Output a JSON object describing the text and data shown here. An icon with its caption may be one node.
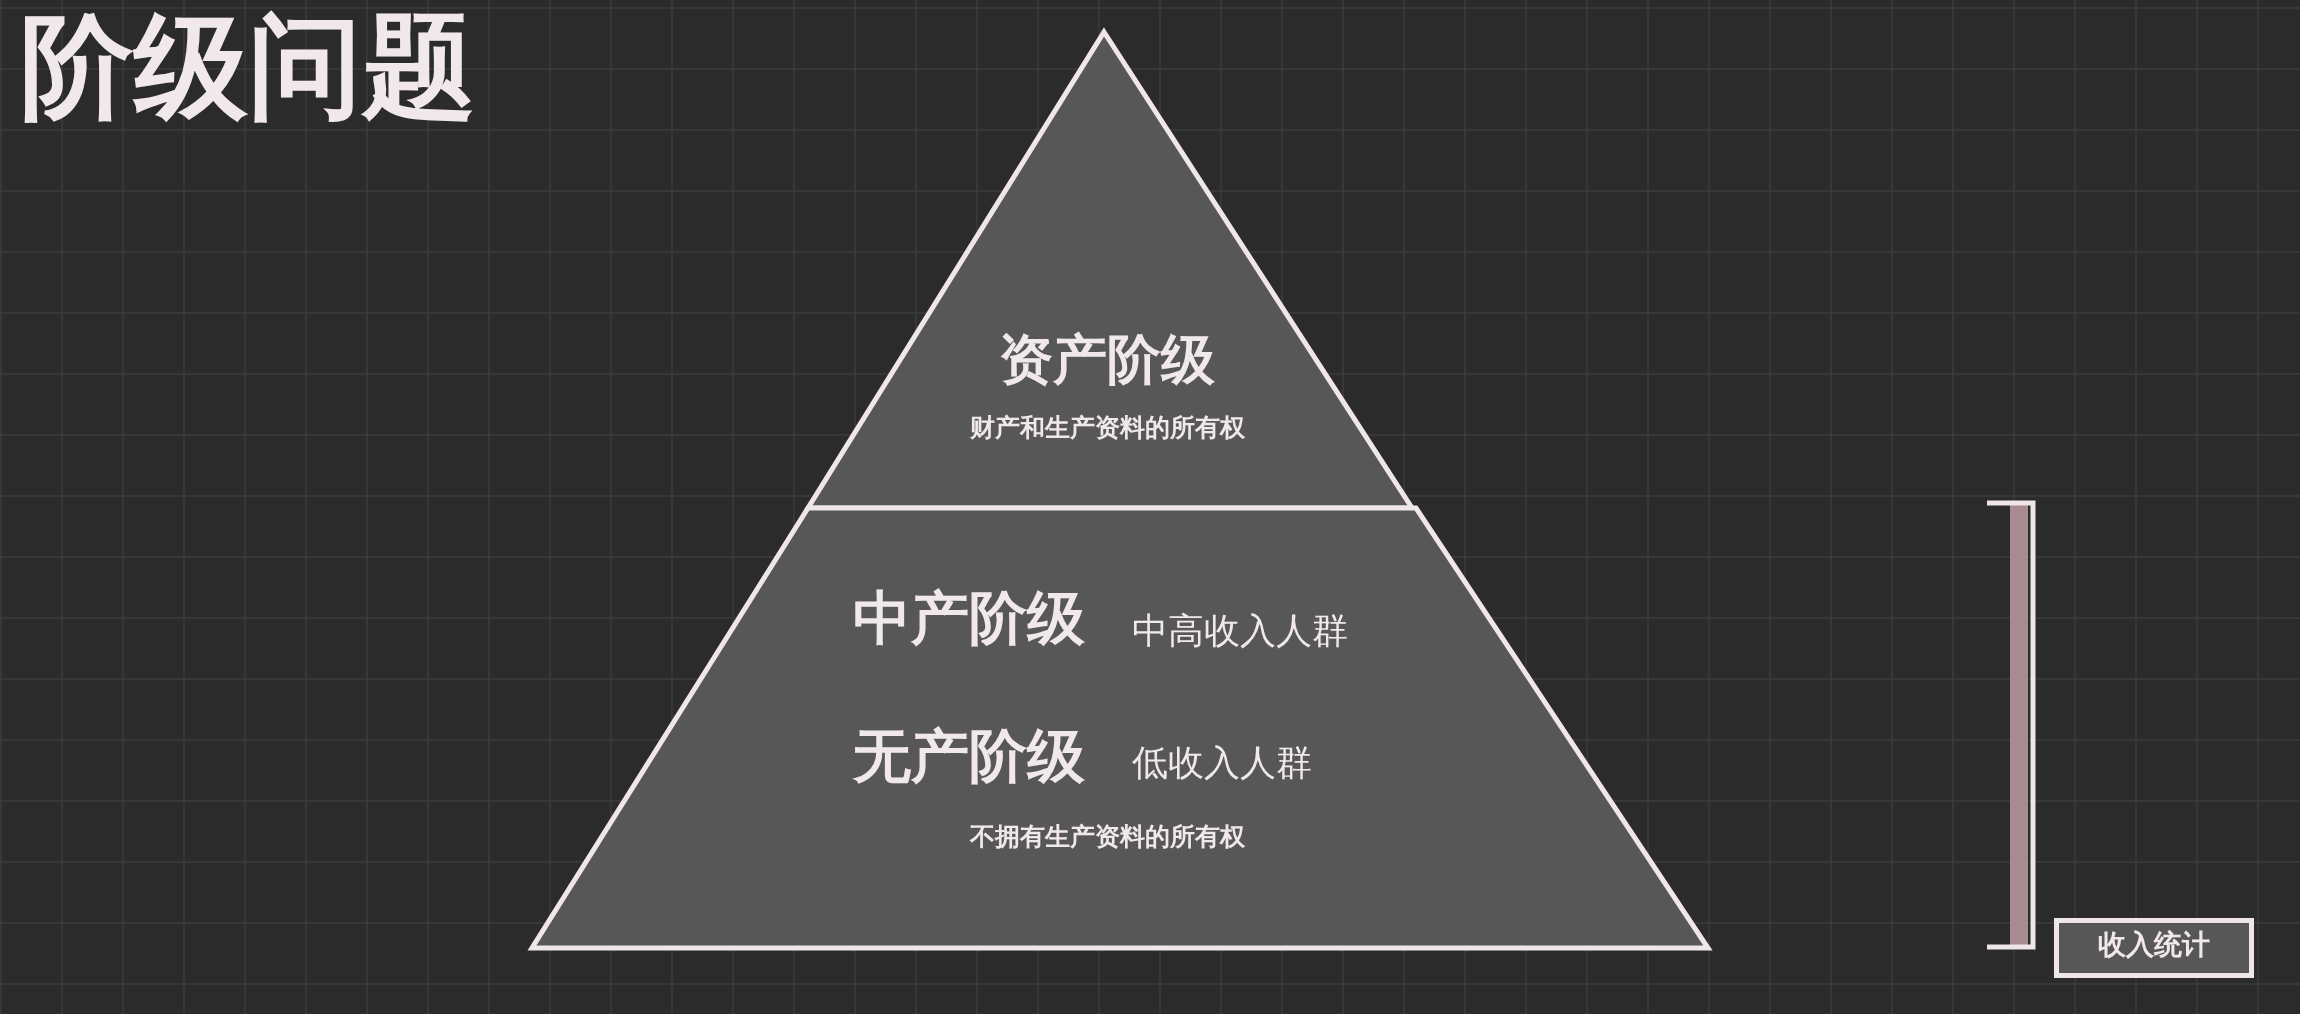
{
  "diagram": {
    "title": "阶级问题",
    "nodes": [
      {
        "text": [
          "资产阶级",
          "财产和生产资料的所有权"
        ]
      },
      {
        "text": [
          "中产阶级",
          "中高收入人群",
          "无产阶级",
          "低收入人群",
          "不拥有生产资料的所有权"
        ]
      },
      {
        "text": [
          "收入统计"
        ]
      }
    ]
  }
}
